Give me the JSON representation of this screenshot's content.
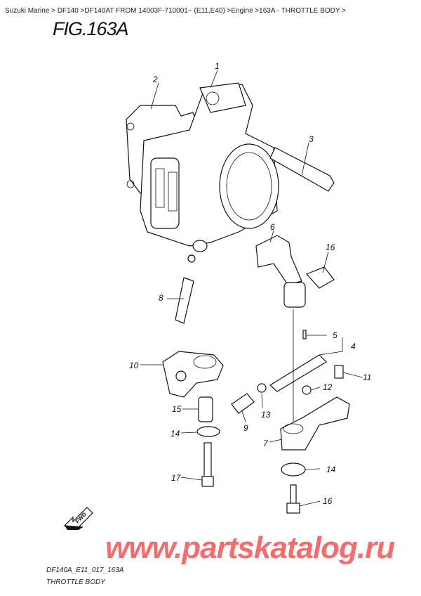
{
  "breadcrumb": "Suzuki Marine > DF140 >DF140AT FROM 14003F-710001~ (E11,E40) >Engine >163A - THROTTLE BODY >",
  "figure_title": "FIG.163A",
  "callouts": [
    "1",
    "2",
    "3",
    "4",
    "5",
    "6",
    "7",
    "8",
    "9",
    "10",
    "11",
    "12",
    "13",
    "14",
    "14",
    "15",
    "16",
    "16",
    "17"
  ],
  "fwd_label": "FWD",
  "watermark": "www.partskatalog.ru",
  "drawing_code": "DF140A_E11_017_163A",
  "drawing_title": "THROTTLE BODY",
  "colors": {
    "watermark": "#f03c3c",
    "line": "#111111"
  }
}
